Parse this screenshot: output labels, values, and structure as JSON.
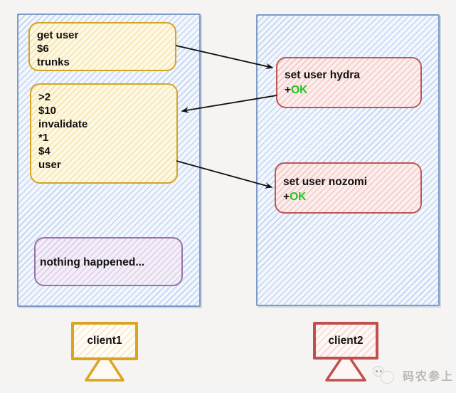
{
  "diagram": {
    "description": "two redis clients message flow",
    "left_panel": {
      "name": "client1-timeline",
      "boxes": [
        {
          "kind": "command",
          "lines": [
            "get user",
            "$6",
            "trunks"
          ]
        },
        {
          "kind": "push-message",
          "lines": [
            ">2",
            "$10",
            "invalidate",
            "*1",
            "$4",
            "user"
          ]
        },
        {
          "kind": "note",
          "lines": [
            "nothing happened..."
          ]
        }
      ]
    },
    "right_panel": {
      "name": "client2-timeline",
      "boxes": [
        {
          "kind": "command-reply",
          "command": "set user hydra",
          "reply_prefix": "+",
          "reply": "OK"
        },
        {
          "kind": "command-reply",
          "command": "set user nozomi",
          "reply_prefix": "+",
          "reply": "OK"
        }
      ]
    },
    "arrows": [
      {
        "from": "get-user-box",
        "to": "set-user-hydra-box"
      },
      {
        "from": "set-user-hydra-box",
        "to": "invalidate-push-box"
      },
      {
        "from": "invalidate-push-box",
        "to": "set-user-nozomi-box"
      }
    ],
    "clients": [
      {
        "label": "client1"
      },
      {
        "label": "client2"
      }
    ],
    "watermark": {
      "text": "码农参上"
    },
    "colors": {
      "reply_green": "#1fc41f",
      "yellow_border": "#d5a425",
      "red_border": "#bf5654",
      "purple_border": "#9673a6",
      "panel_blue_border": "#7d9ac8",
      "client1_accent": "#d9a521",
      "client2_accent": "#c0504d",
      "arrow": "#111111",
      "background": "#f5f4f2"
    }
  }
}
